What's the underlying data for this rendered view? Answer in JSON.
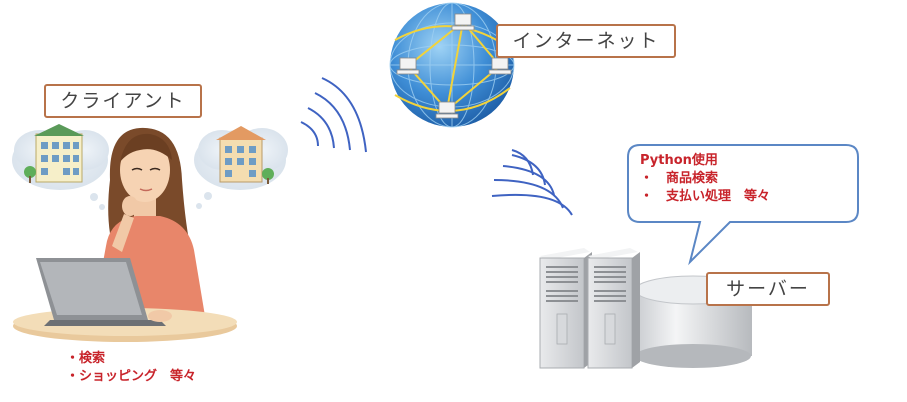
{
  "labels": {
    "client": "クライアント",
    "internet": "インターネット",
    "server": "サーバー"
  },
  "client_features": [
    "・検索",
    "・ショッピング　等々"
  ],
  "server_bubble": {
    "title": "Python使用",
    "items": [
      "・　商品検索",
      "・　支払い処理　等々"
    ]
  },
  "colors": {
    "label_border": "#b8734a",
    "feature_text": "#c8242b",
    "bubble_border": "#5b87c5",
    "wave": "#3f63c2",
    "globe": "#2f7fc8",
    "network_line": "#f2d33a"
  }
}
